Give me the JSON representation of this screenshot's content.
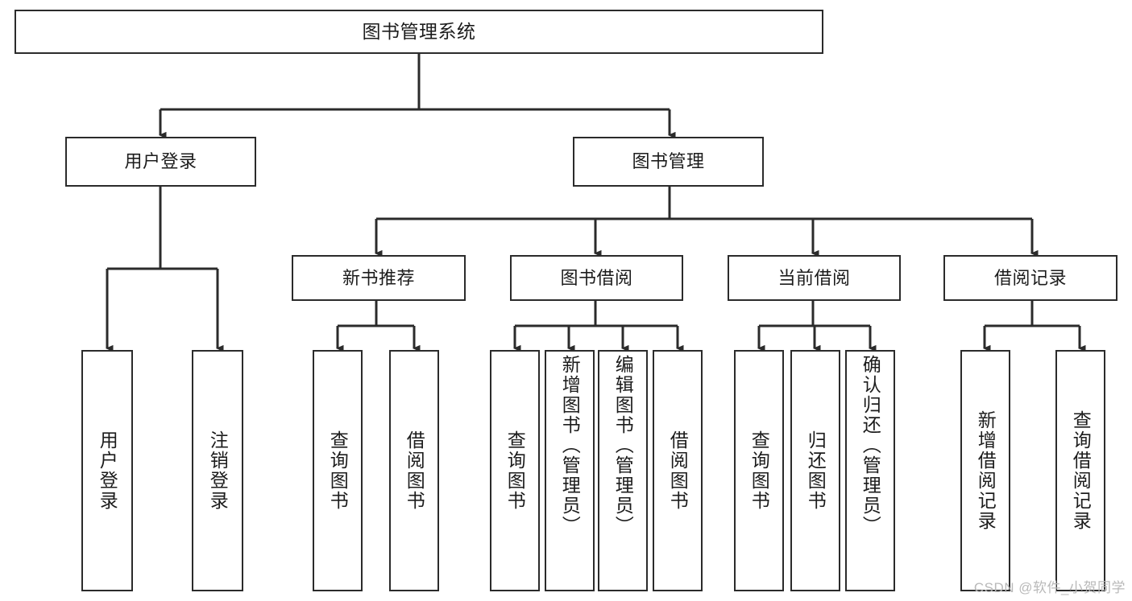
{
  "diagram": {
    "title": "图书管理系统",
    "watermark": "CSDN @软件_小贺同学",
    "colors": {
      "stroke": "#2b2b2b",
      "fill": "#ffffff",
      "text": "#1c1c1c",
      "watermark": "#b9b9b9"
    },
    "levels": {
      "root": "图书管理系统",
      "level2": [
        "用户登录",
        "图书管理"
      ],
      "level3": [
        "新书推荐",
        "图书借阅",
        "当前借阅",
        "借阅记录"
      ]
    },
    "nodes": {
      "root": {
        "label": "图书管理系统"
      },
      "user_login": {
        "label": "用户登录"
      },
      "book_manage": {
        "label": "图书管理"
      },
      "new_book_rec": {
        "label": "新书推荐"
      },
      "book_borrow": {
        "label": "图书借阅"
      },
      "current_borrow": {
        "label": "当前借阅"
      },
      "borrow_record": {
        "label": "借阅记录"
      },
      "leaf_user_login": {
        "label": "用户登录"
      },
      "leaf_logout": {
        "label": "注销登录"
      },
      "leaf_query_book_1": {
        "label": "查询图书"
      },
      "leaf_borrow_book_1": {
        "label": "借阅图书"
      },
      "leaf_query_book_2": {
        "label": "查询图书"
      },
      "leaf_add_book": {
        "label": "新增图书（管理员）"
      },
      "leaf_edit_book": {
        "label": "编辑图书（管理员）"
      },
      "leaf_borrow_book_2": {
        "label": "借阅图书"
      },
      "leaf_query_book_3": {
        "label": "查询图书"
      },
      "leaf_return_book": {
        "label": "归还图书"
      },
      "leaf_confirm_return": {
        "label": "确认归还（管理员）"
      },
      "leaf_add_record": {
        "label": "新增借阅记录"
      },
      "leaf_query_record": {
        "label": "查询借阅记录"
      }
    }
  }
}
